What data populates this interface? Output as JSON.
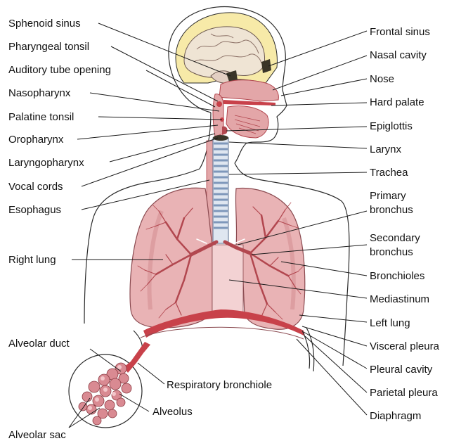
{
  "colors": {
    "lung_fill": "#e9b3b5",
    "lung_shade": "#d68f94",
    "bronchi": "#b2474f",
    "airway_pink": "#e3a6a8",
    "diaphragm": "#c8414a",
    "brain_bg": "#f7eaa8",
    "trachea_ring": "#9fb4cf",
    "line": "#1a1a1a"
  },
  "labels": {
    "left": {
      "sphenoid_sinus": "Sphenoid sinus",
      "pharyngeal_tonsil": "Pharyngeal tonsil",
      "auditory_tube_opening": "Auditory tube opening",
      "nasopharynx": "Nasopharynx",
      "palatine_tonsil": "Palatine tonsil",
      "oropharynx": "Oropharynx",
      "laryngopharynx": "Laryngopharynx",
      "vocal_cords": "Vocal cords",
      "esophagus": "Esophagus",
      "right_lung": "Right lung",
      "alveolar_duct": "Alveolar duct",
      "alveolar_sac": "Alveolar sac"
    },
    "right": {
      "frontal_sinus": "Frontal sinus",
      "nasal_cavity": "Nasal cavity",
      "nose": "Nose",
      "hard_palate": "Hard palate",
      "epiglottis": "Epiglottis",
      "larynx": "Larynx",
      "trachea": "Trachea",
      "primary_bronchus_1": "Primary",
      "primary_bronchus_2": "bronchus",
      "secondary_bronchus_1": "Secondary",
      "secondary_bronchus_2": "bronchus",
      "bronchioles": "Bronchioles",
      "mediastinum": "Mediastinum",
      "left_lung": "Left lung",
      "visceral_pleura": "Visceral pleura",
      "pleural_cavity": "Pleural cavity",
      "parietal_pleura": "Parietal pleura",
      "diaphragm": "Diaphragm"
    },
    "center": {
      "respiratory_bronchiole": "Respiratory bronchiole",
      "alveolus": "Alveolus"
    }
  }
}
